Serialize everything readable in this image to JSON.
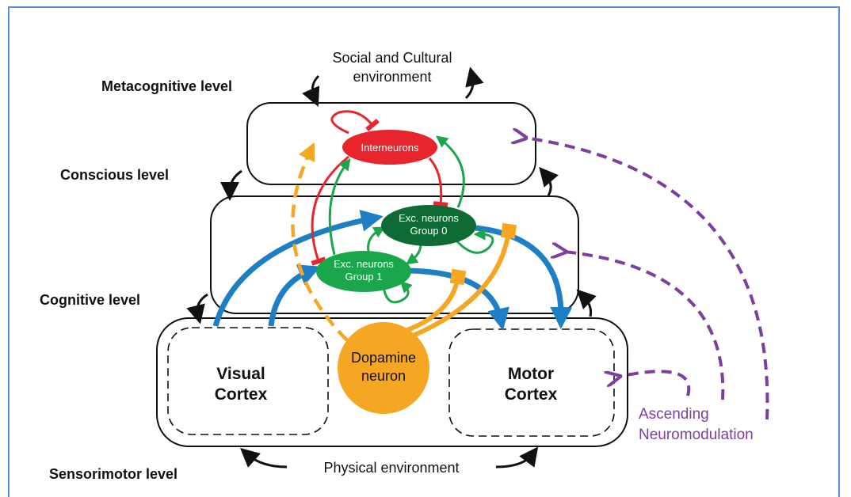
{
  "levels": {
    "metacognitive": "Metacognitive level",
    "conscious": "Conscious level",
    "cognitive": "Cognitive level",
    "sensorimotor": "Sensorimotor level"
  },
  "environments": {
    "social_line1": "Social and Cultural",
    "social_line2": "environment",
    "physical": "Physical environment"
  },
  "nodes": {
    "interneurons": "Interneurons",
    "exc0_line1": "Exc. neurons",
    "exc0_line2": "Group 0",
    "exc1_line1": "Exc. neurons",
    "exc1_line2": "Group 1",
    "dopamine_line1": "Dopamine",
    "dopamine_line2": "neuron"
  },
  "cortex": {
    "visual_line1": "Visual",
    "visual_line2": "Cortex",
    "motor_line1": "Motor",
    "motor_line2": "Cortex"
  },
  "neuromodulation": {
    "line1": "Ascending",
    "line2": "Neuromodulation"
  },
  "colors": {
    "inhibitory": "#e8242c",
    "excitatory": "#1aa64a",
    "exc_group0": "#0f6b34",
    "sensory": "#1f7fc4",
    "dopamine": "#f5a623",
    "neuromodulation": "#7b3fa0",
    "frame": "#5b8fd6"
  }
}
